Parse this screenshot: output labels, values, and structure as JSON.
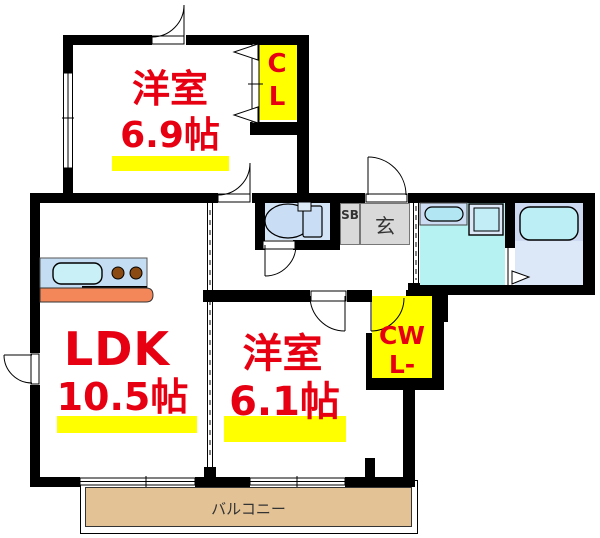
{
  "rooms": {
    "bedroom_top": {
      "name": "洋室",
      "size": "6.9帖"
    },
    "ldk": {
      "name": "LDK",
      "size": "10.5帖"
    },
    "bedroom_bottom": {
      "name": "洋室",
      "size": "6.1帖"
    }
  },
  "storage": {
    "closet": "CL",
    "walk_in_closet": "CWL-",
    "shoe_box": "SB"
  },
  "entrance_label": "玄",
  "balcony_label": "バルコニー",
  "icons": {
    "toilet-icon": "oval bowl with tank",
    "bathtub-icon": "rounded rectangle tub",
    "kitchen-counter-icon": "sink + two burners + orange counter",
    "vanity-sink-icon": "pill-shaped basin",
    "washing-machine-icon": "double square pan",
    "door-arc-icon": "quarter-circle swing",
    "folding-door-icon": "white triangle"
  },
  "colors": {
    "wall": "#000000",
    "room_text": "#e60012",
    "highlight": "#ffff00",
    "balcony_floor": "#e3c396",
    "entrance_floor": "#d9d9d9",
    "wet_area_floor": "#b7f2f2",
    "toilet_floor": "#d4e4f7",
    "fixture_blue": "#c5ddf2",
    "bath_floor": "#dce8f8",
    "tub_fill": "#bceef6",
    "counter_orange": "#f4875a"
  }
}
